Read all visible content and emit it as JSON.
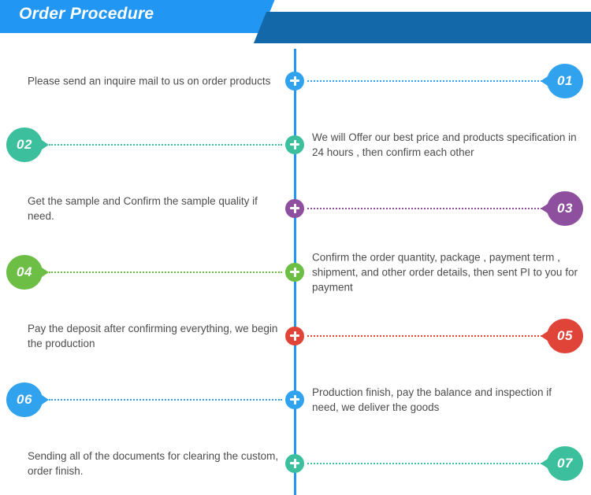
{
  "header": {
    "title": "Order Procedure",
    "band_light_color": "#2196F3",
    "band_dark_color": "#1268A8",
    "title_color": "#FFFFFF"
  },
  "timeline": {
    "axis_color": "#2196F3",
    "connector_color": "#CCCCCC",
    "steps": [
      {
        "number": "01",
        "text": "Please send an inquire mail to us on order products",
        "color": "#30A2EE",
        "side": "left-text"
      },
      {
        "number": "02",
        "text": "We will Offer our best price and products specification in 24 hours , then confirm each other",
        "color": "#3BBF9C",
        "side": "right-text"
      },
      {
        "number": "03",
        "text": "Get the sample and Confirm the sample quality if need.",
        "color": "#8E4F9E",
        "side": "left-text"
      },
      {
        "number": "04",
        "text": "Confirm the order quantity,  package , payment term , shipment, and other  order details, then sent PI to you for payment",
        "color": "#6CBE45",
        "side": "right-text"
      },
      {
        "number": "05",
        "text": "Pay the deposit after confirming everything, we begin the production",
        "color": "#E04438",
        "side": "left-text"
      },
      {
        "number": "06",
        "text": "Production finish, pay the balance and inspection if need, we deliver the goods",
        "color": "#30A2EE",
        "side": "right-text"
      },
      {
        "number": "07",
        "text": "Sending all of the documents for clearing the custom, order finish.",
        "color": "#3BBF9C",
        "side": "left-text"
      }
    ]
  }
}
